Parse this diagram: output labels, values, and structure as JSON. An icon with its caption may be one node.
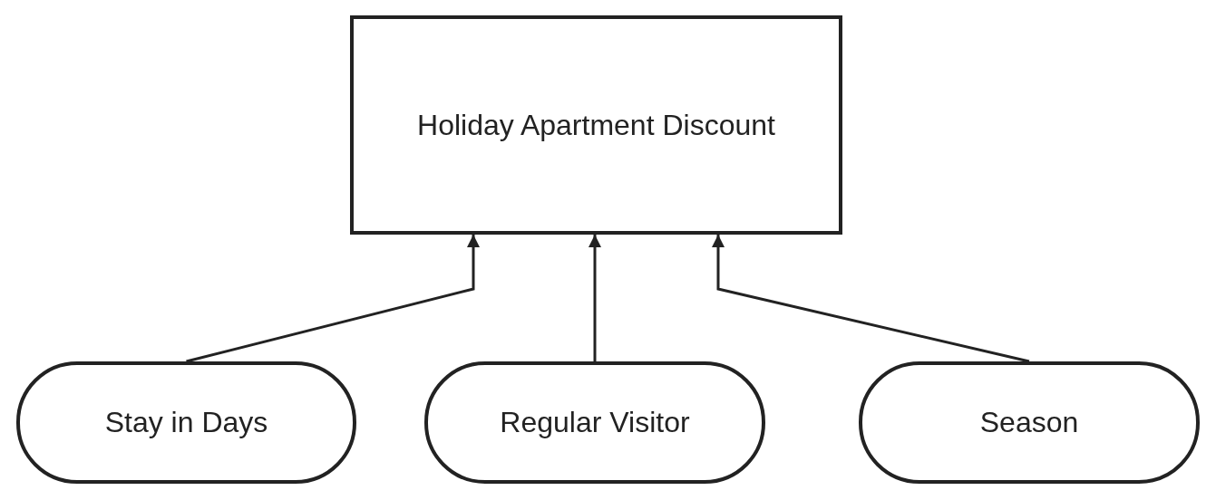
{
  "diagram": {
    "nodes": [
      {
        "text": [
          "Holiday Apartment Discount"
        ]
      },
      {
        "text": [
          "Stay in Days"
        ]
      },
      {
        "text": [
          "Regular Visitor"
        ]
      },
      {
        "text": [
          "Season"
        ]
      }
    ],
    "edges": [
      {
        "from": 1,
        "to": 0,
        "arrow": "to"
      },
      {
        "from": 2,
        "to": 0,
        "arrow": "to"
      },
      {
        "from": 3,
        "to": 0,
        "arrow": "to"
      }
    ]
  }
}
